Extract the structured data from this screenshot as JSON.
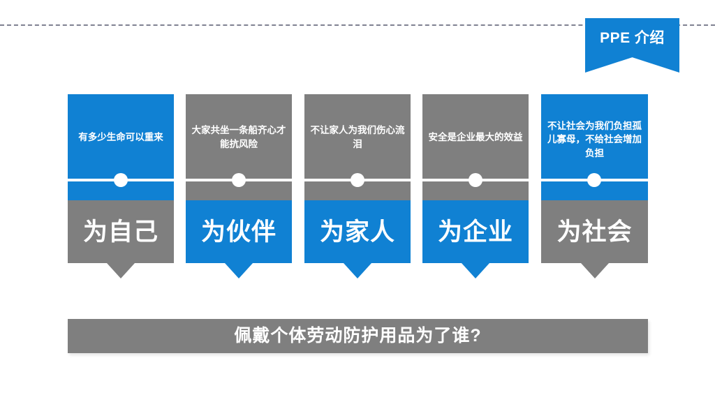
{
  "slide": {
    "background_color": "#ffffff",
    "accent_blue": "#1081d3",
    "accent_gray": "#7f7f7f",
    "divider_color": "#7f8191"
  },
  "ribbon": {
    "label": "PPE 介绍",
    "color": "#1081d3",
    "text_color": "#ffffff"
  },
  "columns": [
    {
      "caption": "有多少生命可以重来",
      "title": "为自己",
      "top_color": "#1081d3",
      "bottom_color": "#7f7f7f",
      "pointer_color": "#7f7f7f"
    },
    {
      "caption": "大家共坐一条船齐心才能抗风险",
      "title": "为伙伴",
      "top_color": "#7f7f7f",
      "bottom_color": "#1081d3",
      "pointer_color": "#1081d3"
    },
    {
      "caption": "不让家人为我们伤心流泪",
      "title": "为家人",
      "top_color": "#7f7f7f",
      "bottom_color": "#1081d3",
      "pointer_color": "#1081d3"
    },
    {
      "caption": "安全是企业最大的效益",
      "title": "为企业",
      "top_color": "#7f7f7f",
      "bottom_color": "#1081d3",
      "pointer_color": "#1081d3"
    },
    {
      "caption": "不让社会为我们负担孤儿寡母，不给社会增加负担",
      "title": "为社会",
      "top_color": "#1081d3",
      "bottom_color": "#7f7f7f",
      "pointer_color": "#7f7f7f"
    }
  ],
  "banner": {
    "text": "佩戴个体劳动防护用品为了谁?",
    "color": "#7f7f7f",
    "text_color": "#ffffff"
  }
}
